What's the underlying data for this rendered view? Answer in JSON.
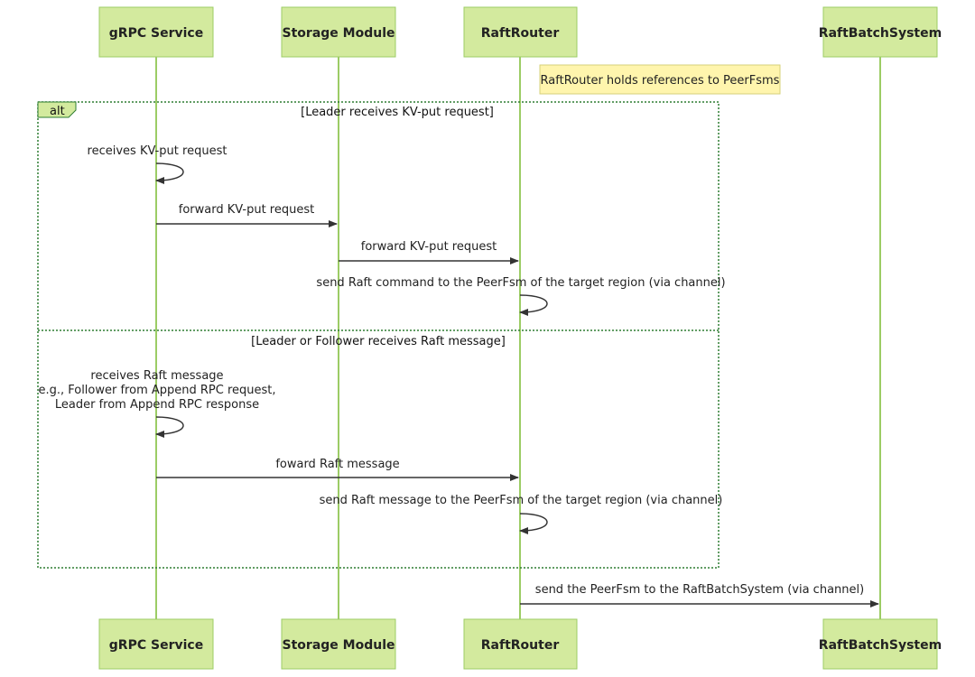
{
  "participants": [
    {
      "id": "grpc",
      "label": "gRPC Service"
    },
    {
      "id": "storage",
      "label": "Storage Module"
    },
    {
      "id": "router",
      "label": "RaftRouter"
    },
    {
      "id": "batch",
      "label": "RaftBatchSystem"
    }
  ],
  "note": {
    "text": "RaftRouter holds references to PeerFsms"
  },
  "alt": {
    "keyword": "alt",
    "branch1_condition": "[Leader receives KV-put request]",
    "branch2_condition": "[Leader or Follower receives Raft message]"
  },
  "messages": [
    {
      "from": "grpc",
      "to": "grpc",
      "text": "receives KV-put request"
    },
    {
      "from": "grpc",
      "to": "storage",
      "text": "forward KV-put request"
    },
    {
      "from": "storage",
      "to": "router",
      "text": "forward KV-put request"
    },
    {
      "from": "router",
      "to": "router",
      "text": "send Raft command to the PeerFsm of the target region (via channel)"
    },
    {
      "from": "grpc",
      "to": "grpc",
      "text_lines": [
        "receives Raft message",
        "e.g., Follower from Append RPC request,",
        "Leader from Append RPC response"
      ]
    },
    {
      "from": "grpc",
      "to": "router",
      "text": "foward Raft message"
    },
    {
      "from": "router",
      "to": "router",
      "text": "send Raft message to the PeerFsm of the target region (via channel)"
    },
    {
      "from": "router",
      "to": "batch",
      "text": "send the PeerFsm to the RaftBatchSystem (via channel)"
    }
  ]
}
